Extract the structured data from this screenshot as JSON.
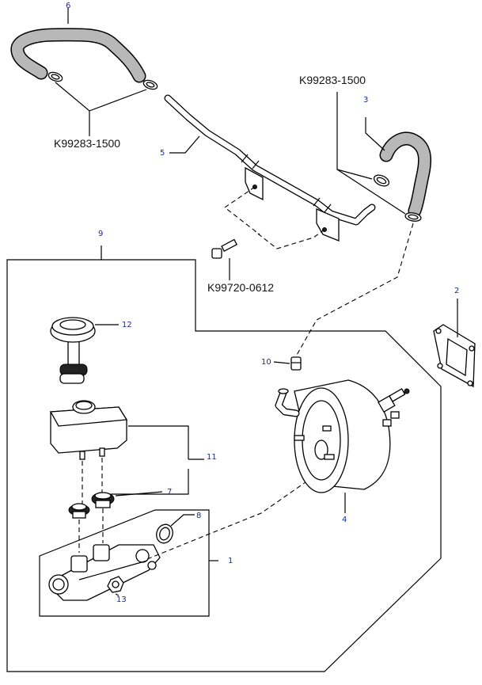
{
  "parts": {
    "hose_upper_ref": "6",
    "hose_right_ref": "3",
    "pipe_ref": "5",
    "assembly_ref": "9",
    "gasket_ref": "2",
    "reservoir_cap_ref": "12",
    "check_valve_ref": "10",
    "reservoir_ref": "11",
    "grommet_ref": "7",
    "oring_ref": "8",
    "booster_ref": "4",
    "master_cylinder_ref": "1",
    "nut_ref": "13"
  },
  "part_numbers": {
    "clamp_right": "K99283-1500",
    "clamp_left": "K99283-1500",
    "bolt": "K99720-0612"
  }
}
